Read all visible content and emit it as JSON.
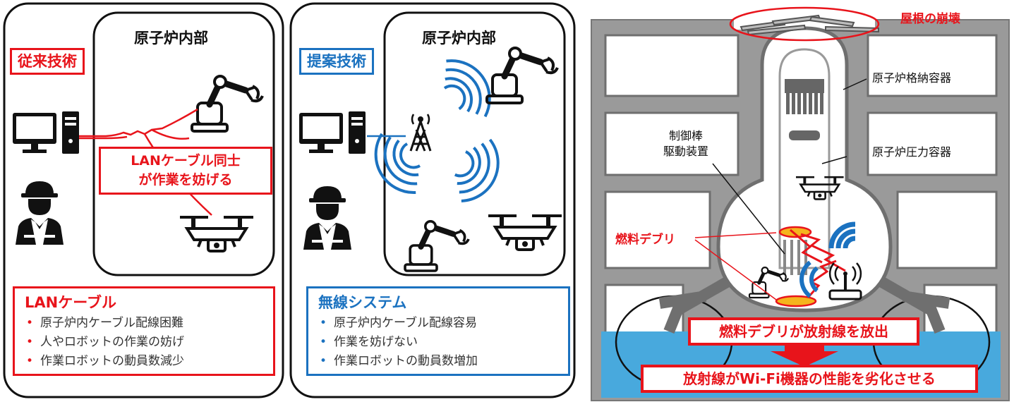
{
  "left_panel": {
    "tag": "従来技術",
    "inner_title": "原子炉内部",
    "callout_line1": "LANケーブル同士",
    "callout_line2": "が作業を妨げる",
    "list_title": "LANケーブル",
    "list_items": [
      "原子炉内ケーブル配線困難",
      "人やロボットの作業の妨げ",
      "作業ロボットの動員数減少"
    ]
  },
  "middle_panel": {
    "tag": "提案技術",
    "inner_title": "原子炉内部",
    "list_title": "無線システム",
    "list_items": [
      "原子炉内ケーブル配線容易",
      "作業を妨げない",
      "作業ロボットの動員数増加"
    ]
  },
  "right_panel": {
    "roof_label": "屋根の崩壊",
    "containment_label": "原子炉格納容器",
    "pressure_vessel_label": "原子炉圧力容器",
    "control_rod_label_line1": "制御棒",
    "control_rod_label_line2": "駆動装置",
    "debris_label": "燃料デブリ",
    "banner1": "燃料デブリが放射線を放出",
    "banner2": "放射線がWi-Fi機器の性能を劣化させる"
  },
  "colors": {
    "accent_red": "#e8141b",
    "accent_blue": "#1b72c0",
    "building_gray": "#9a9a9a",
    "water_blue": "#48a9dd"
  },
  "icons": [
    "pc-icon",
    "worker-icon",
    "robot-arm-icon",
    "drone-icon",
    "antenna-icon",
    "wifi-waves-icon",
    "router-icon"
  ]
}
